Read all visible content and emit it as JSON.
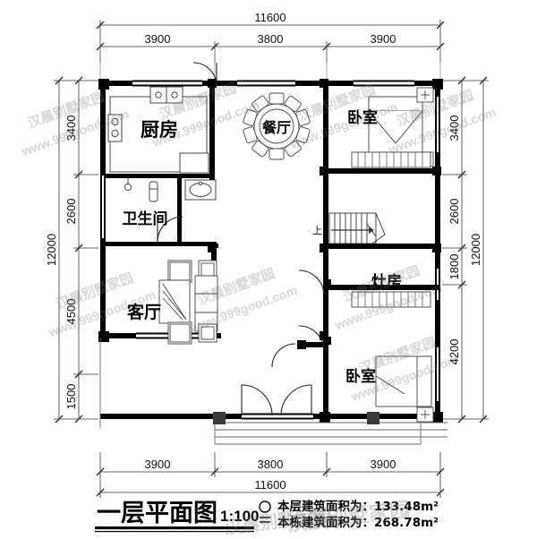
{
  "drawing": {
    "title": "一层平面图",
    "scale": "1:100",
    "notes": [
      "本层建筑面积为：133.48m²",
      "本栋建筑面积为：268.78m²"
    ]
  },
  "dimensions": {
    "top_total": "11600",
    "top_segments": [
      "3900",
      "3800",
      "3900"
    ],
    "bottom_total": "11600",
    "bottom_segments": [
      "3900",
      "3800",
      "3900"
    ],
    "left_total": "12000",
    "left_segments": [
      "3400",
      "2600",
      "4500",
      "1500"
    ],
    "right_total": "12000",
    "right_segments": [
      "3400",
      "2600",
      "1800",
      "4200"
    ]
  },
  "rooms": [
    {
      "label": "厨房",
      "name": "kitchen"
    },
    {
      "label": "餐厅",
      "name": "dining-room"
    },
    {
      "label": "卧室",
      "name": "bedroom-north"
    },
    {
      "label": "卫生间",
      "name": "bathroom"
    },
    {
      "label": "客厅",
      "name": "living-room"
    },
    {
      "label": "灶房",
      "name": "stove-room"
    },
    {
      "label": "卧室",
      "name": "bedroom-south"
    }
  ],
  "annotations": {
    "stair_direction": "上"
  },
  "watermarks": {
    "brand": "汉晨别墅家园",
    "site": "www.999good.com"
  },
  "colors": {
    "wall": "#000000",
    "line": "#1a1a1a",
    "thin": "#555555",
    "paper": "#ffffff"
  }
}
